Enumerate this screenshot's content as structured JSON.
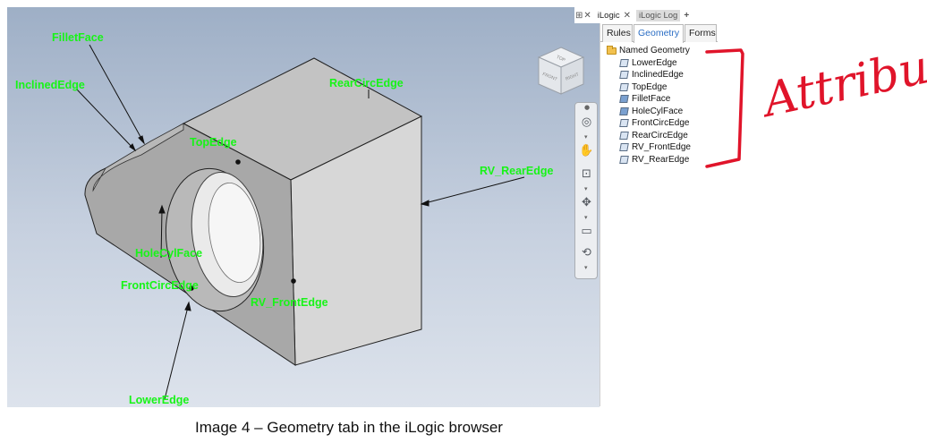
{
  "browser": {
    "tabs": [
      "iLogic",
      "iLogic Log"
    ],
    "close_glyph": "✕",
    "add_glyph": "+",
    "panel_tabs": [
      "Rules",
      "Geometry",
      "Forms"
    ],
    "active_tab": "Geometry",
    "tree": {
      "root": "Named Geometry",
      "items": [
        {
          "label": "LowerEdge",
          "kind": "edge"
        },
        {
          "label": "InclinedEdge",
          "kind": "edge"
        },
        {
          "label": "TopEdge",
          "kind": "edge"
        },
        {
          "label": "FilletFace",
          "kind": "face"
        },
        {
          "label": "HoleCylFace",
          "kind": "face"
        },
        {
          "label": "FrontCircEdge",
          "kind": "edge"
        },
        {
          "label": "RearCircEdge",
          "kind": "edge"
        },
        {
          "label": "RV_FrontEdge",
          "kind": "edge"
        },
        {
          "label": "RV_RearEdge",
          "kind": "edge"
        }
      ]
    }
  },
  "viewport": {
    "callouts": {
      "fillet_face": "FilletFace",
      "inclined_edge": "InclinedEdge",
      "rear_circ_edge": "RearCircEdge",
      "top_edge": "TopEdge",
      "rv_rear_edge": "RV_RearEdge",
      "hole_cyl_face": "HoleCylFace",
      "front_circ_edge": "FrontCircEdge",
      "rv_front_edge": "RV_FrontEdge",
      "lower_edge": "LowerEdge"
    },
    "viewcube": {
      "top": "TOP",
      "front": "FRONT",
      "right": "RIGHT"
    },
    "callout_color": "#17f417"
  },
  "nav_bar": {
    "icons": [
      "steering-wheel-icon",
      "pan-hand-icon",
      "zoom-window-icon",
      "orbit-icon",
      "view-face-icon",
      "look-at-icon"
    ]
  },
  "handwriting": {
    "text": "Attribute",
    "color": "#e0142a"
  },
  "caption": "Image 4 – Geometry tab in the iLogic browser"
}
